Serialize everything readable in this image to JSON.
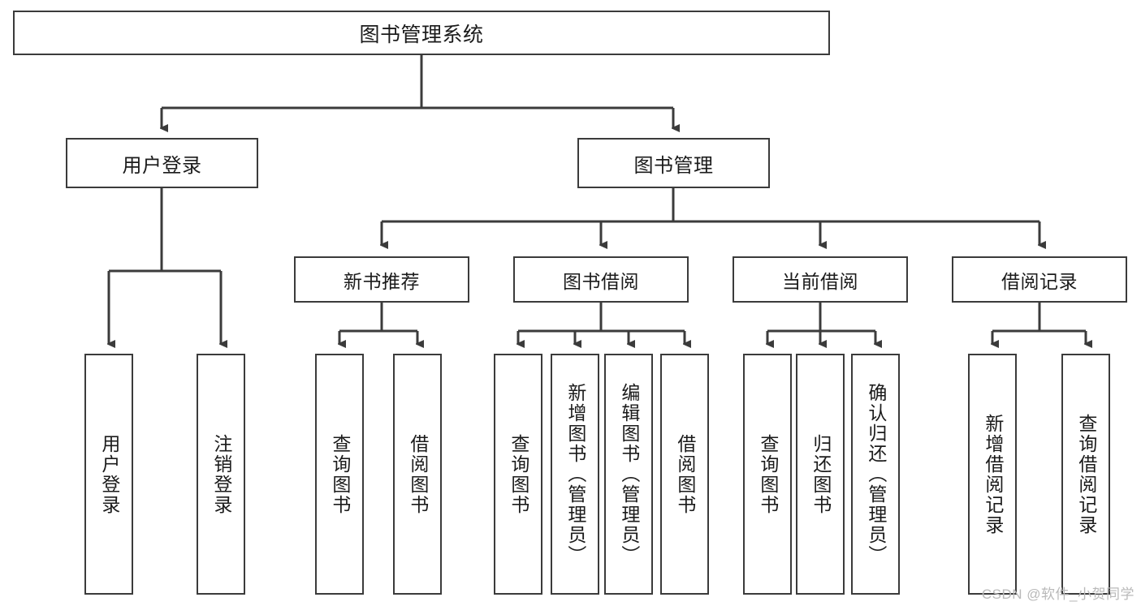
{
  "diagram": {
    "title": "图书管理系统",
    "root": {
      "label": "图书管理系统"
    },
    "level2": [
      {
        "label": "用户登录"
      },
      {
        "label": "图书管理"
      }
    ],
    "level3": [
      {
        "label": "新书推荐"
      },
      {
        "label": "图书借阅"
      },
      {
        "label": "当前借阅"
      },
      {
        "label": "借阅记录"
      }
    ],
    "leaves": {
      "user_login": [
        {
          "label": "用户登录"
        },
        {
          "label": "注销登录"
        }
      ],
      "new_book": [
        {
          "label": "查询图书"
        },
        {
          "label": "借阅图书"
        }
      ],
      "book_borrow": [
        {
          "label": "查询图书"
        },
        {
          "label": "新增图书（管理员）"
        },
        {
          "label": "编辑图书（管理员）"
        },
        {
          "label": "借阅图书"
        }
      ],
      "current_borrow": [
        {
          "label": "查询图书"
        },
        {
          "label": "归还图书"
        },
        {
          "label": "确认归还（管理员）"
        }
      ],
      "borrow_record": [
        {
          "label": "新增借阅记录"
        },
        {
          "label": "查询借阅记录"
        }
      ]
    }
  },
  "watermark": {
    "text": "CSDN @软件_小贺同学"
  },
  "colors": {
    "stroke": "#3b3b3b",
    "background": "#ffffff",
    "text": "#1b1b1b",
    "watermark": "#b9b9b9"
  }
}
